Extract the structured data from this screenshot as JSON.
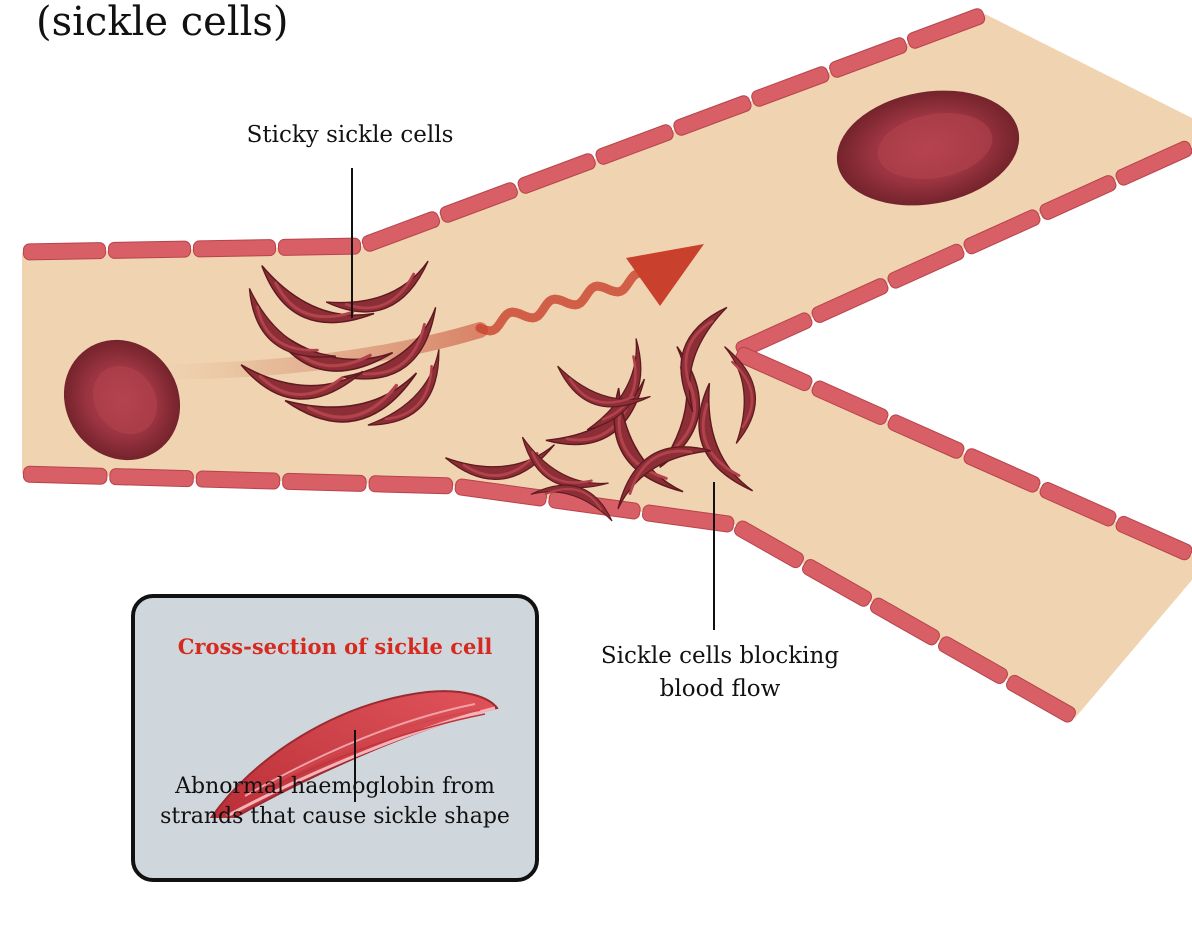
{
  "title": "(sickle cells)",
  "labels": {
    "sticky": "Sticky sickle cells",
    "blocking": "Sickle cells blocking blood flow"
  },
  "inset": {
    "title": "Cross-section of sickle cell",
    "description": "Abnormal haemoglobin from strands that cause sickle shape"
  },
  "colors": {
    "vessel_fill": "#f0d4b2",
    "vessel_wall": "#d95f66",
    "vessel_wall_stroke": "#b8434b",
    "cell": "#8c2e35",
    "cell_highlight": "#b2434c",
    "flow_arrow": "#c9412c",
    "inset_bg": "#cfd7dc",
    "inset_title": "#d62a20"
  }
}
